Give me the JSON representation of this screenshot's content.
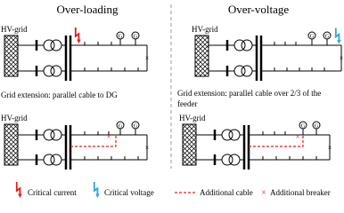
{
  "titles": {
    "left": "Over-loading",
    "right": "Over-voltage"
  },
  "grid_label": "HV-grid",
  "generator_symbol": "G",
  "captions": {
    "left": "Grid extension: parallel cable to DG",
    "right_line1": "Grid extension: parallel cable over 2/3 of the",
    "right_line2": "feeder"
  },
  "legend": {
    "critical_current": "Critical current",
    "critical_voltage": "Critical voltage",
    "additional_cable": "Additional cable",
    "additional_breaker": "Additional breaker"
  },
  "colors": {
    "critical_current": "#e0201b",
    "critical_voltage": "#2aa7e0",
    "additional": "#e0201b",
    "line": "#000000"
  }
}
